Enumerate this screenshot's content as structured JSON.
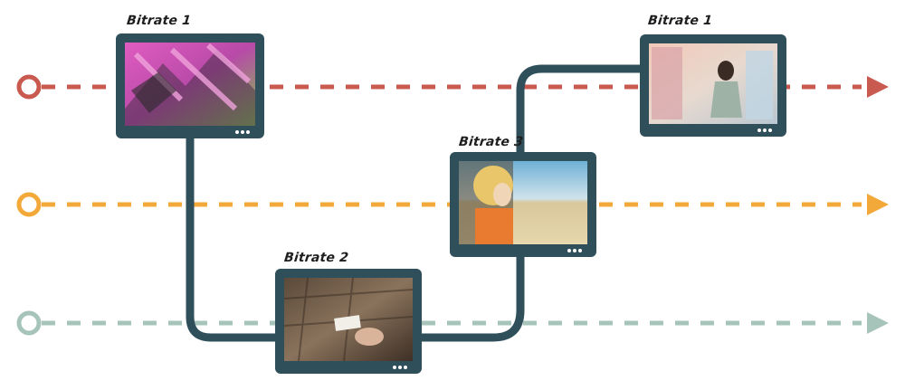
{
  "colors": {
    "track_high": "#c85a4f",
    "track_mid": "#f3a93a",
    "track_low": "#a7c4bb",
    "path": "#2f4f5a",
    "monitor": "#2f4f5a"
  },
  "tracks": [
    {
      "id": "high",
      "color": "#c85a4f"
    },
    {
      "id": "mid",
      "color": "#f3a93a"
    },
    {
      "id": "low",
      "color": "#a7c4bb"
    }
  ],
  "segments": [
    {
      "label": "Bitrate 1",
      "scene": "pink-maze"
    },
    {
      "label": "Bitrate 2",
      "scene": "card-in-hand"
    },
    {
      "label": "Bitrate 3",
      "scene": "doll-in-field"
    },
    {
      "label": "Bitrate 1",
      "scene": "arcade-man"
    }
  ]
}
